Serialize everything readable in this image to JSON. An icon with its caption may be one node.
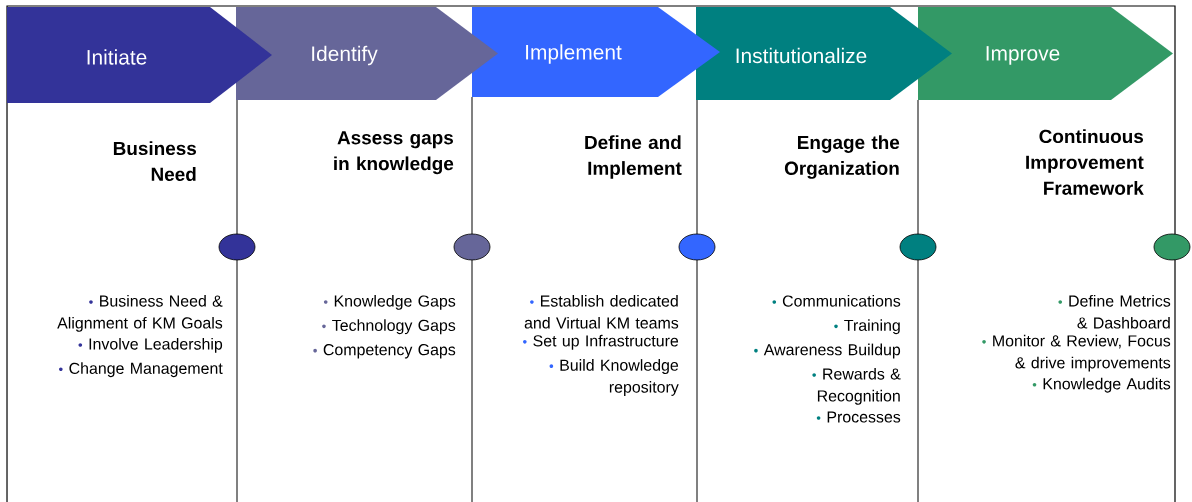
{
  "diagram": {
    "nodes": [
      {
        "text": [
          "Initiate"
        ],
        "beside": [
          "Business Need",
          "Business Need & Alignment of  KM Goals",
          "Involve Leadership",
          "Change Management"
        ]
      },
      {
        "text": [
          "Identify"
        ],
        "beside": [
          "Assess gaps in knowledge",
          "Knowledge Gaps",
          "Technology Gaps",
          "Competency Gaps"
        ]
      },
      {
        "text": [
          "Implement"
        ],
        "beside": [
          "Define and Implement",
          "Establish dedicated and Virtual KM teams",
          "Set up Infrastructure",
          "Build Knowledge repository"
        ]
      },
      {
        "text": [
          "Institutionalize"
        ],
        "beside": [
          "Engage the Organization",
          "Communications",
          "Training",
          "Awareness Buildup",
          "Rewards & Recognition",
          "Processes"
        ]
      },
      {
        "text": [
          "Improve"
        ],
        "beside": [
          "Continuous Improvement Framework",
          "Define Metrics & Dashboard",
          "Monitor & Review, Focus & drive improvements",
          "Knowledge Audits"
        ]
      }
    ]
  }
}
